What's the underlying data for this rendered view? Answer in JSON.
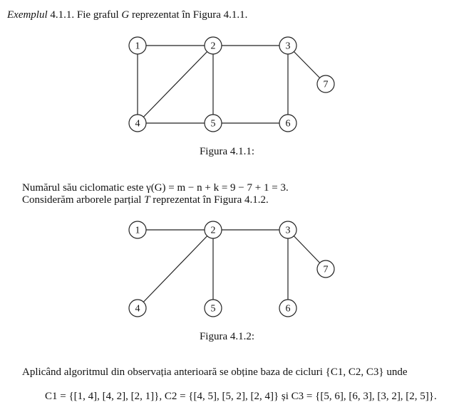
{
  "example": {
    "label": "Exemplul",
    "number": "4.1.1.",
    "text_before": "Fie graful",
    "graph_symbol": "G",
    "text_after": "reprezentat în Figura 4.1.1."
  },
  "figure1": {
    "caption": "Figura 4.1.1:",
    "nodes": [
      "1",
      "2",
      "3",
      "4",
      "5",
      "6",
      "7"
    ],
    "edges": [
      [
        "1",
        "2"
      ],
      [
        "2",
        "3"
      ],
      [
        "1",
        "4"
      ],
      [
        "4",
        "2"
      ],
      [
        "2",
        "5"
      ],
      [
        "3",
        "7"
      ],
      [
        "3",
        "6"
      ],
      [
        "4",
        "5"
      ],
      [
        "5",
        "6"
      ]
    ]
  },
  "paragraph": {
    "line1": "Numărul său ciclomatic este γ(G) = m − n + k = 9 − 7 + 1 = 3.",
    "line2_before": "Considerăm arborele parțial",
    "tree_symbol": "T",
    "line2_after": "reprezentat în Figura 4.1.2."
  },
  "figure2": {
    "caption": "Figura 4.1.2:",
    "nodes": [
      "1",
      "2",
      "3",
      "4",
      "5",
      "6",
      "7"
    ],
    "edges": [
      [
        "1",
        "2"
      ],
      [
        "2",
        "3"
      ],
      [
        "2",
        "4"
      ],
      [
        "2",
        "5"
      ],
      [
        "3",
        "7"
      ],
      [
        "3",
        "6"
      ]
    ]
  },
  "conclusion": {
    "line1": "Aplicând algoritmul din observația anterioară se obține baza de cicluri {C1, C2, C3} unde",
    "line2": "C1 = {[1, 4], [4, 2], [2, 1]},  C2 = {[4, 5], [5, 2], [2, 4]} și C3 = {[5, 6], [6, 3], [3, 2], [2, 5]}."
  }
}
